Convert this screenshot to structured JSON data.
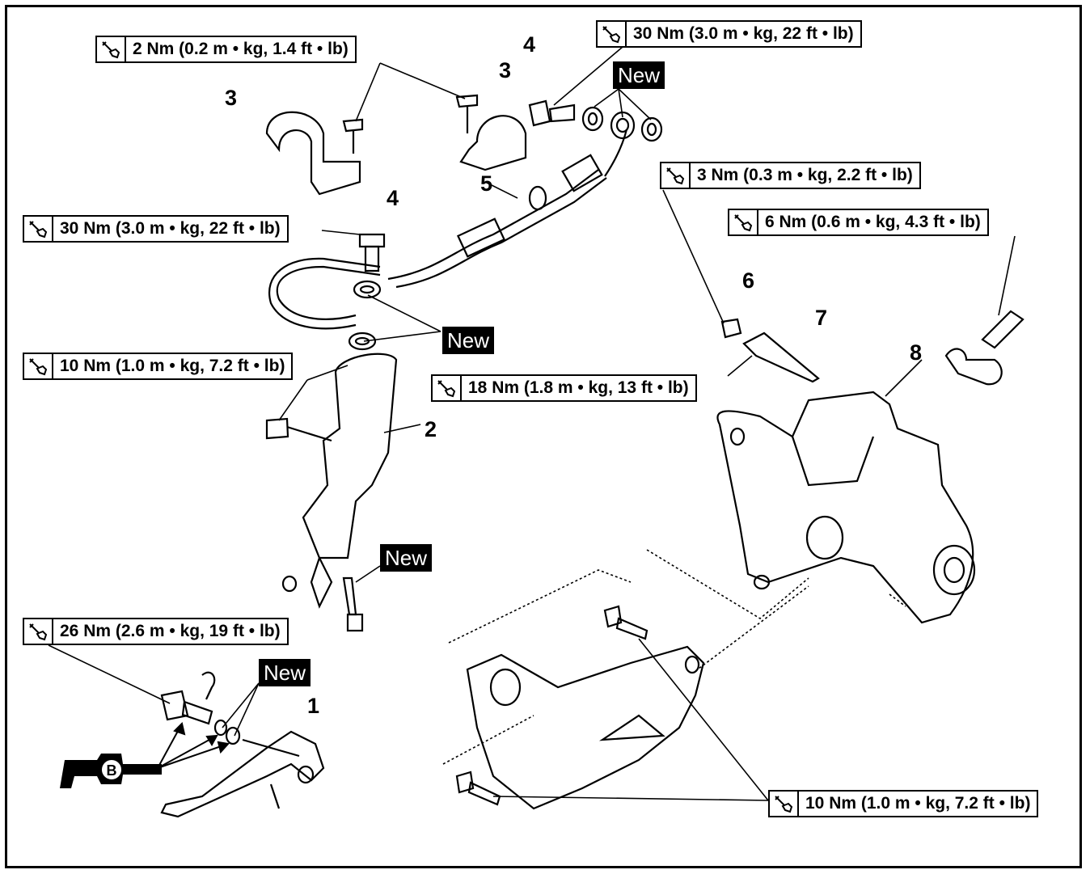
{
  "callouts": {
    "part1": "1",
    "part2": "2",
    "part3a": "3",
    "part3b": "3",
    "part4a": "4",
    "part4b": "4",
    "part5": "5",
    "part6": "6",
    "part7": "7",
    "part8": "8"
  },
  "torque_labels": {
    "t_2nm": "2 Nm (0.2 m • kg, 1.4 ft • lb)",
    "t_30nm_top": "30 Nm (3.0 m • kg, 22 ft • lb)",
    "t_30nm_left": "30 Nm (3.0 m • kg, 22 ft • lb)",
    "t_3nm": "3 Nm (0.3 m • kg, 2.2 ft • lb)",
    "t_6nm": "6 Nm (0.6 m • kg, 4.3 ft • lb)",
    "t_10nm_left": "10 Nm (1.0 m • kg, 7.2 ft • lb)",
    "t_18nm": "18 Nm (1.8 m • kg, 13 ft • lb)",
    "t_26nm": "26 Nm (2.6 m • kg, 19 ft • lb)",
    "t_10nm_right": "10 Nm (1.0 m • kg, 7.2 ft • lb)"
  },
  "new_labels": {
    "new1": "New",
    "new2": "New",
    "new3": "New",
    "new4": "New"
  },
  "grease_symbol": "B",
  "icons": {
    "torque": "torque-wrench-icon",
    "grease": "grease-gun-icon"
  }
}
